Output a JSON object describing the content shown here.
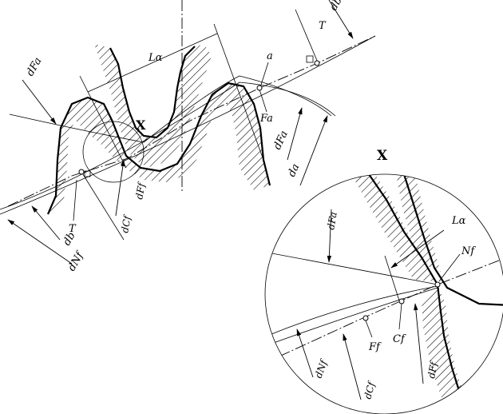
{
  "diagram": {
    "detail_marker": "X",
    "left_view": {
      "labels": {
        "d_Fa_top": "dFa",
        "L_alpha": "Lα",
        "a": "a",
        "T_top": "T",
        "d_b_top": "db",
        "Fa": "Fa",
        "d_Fa_right": "dFa",
        "d_a": "da",
        "X": "X",
        "d_Ff": "dFf",
        "d_Cf": "dCf",
        "T_bottom": "T",
        "d_b_bottom": "db",
        "d_Nf": "dNf"
      }
    },
    "detail_view": {
      "title": "X",
      "labels": {
        "d_Fa": "dFa",
        "L_alpha": "Lα",
        "Nf": "Nf",
        "Cf": "Cf",
        "Ff": "Ff",
        "d_Nf": "dNf",
        "d_Cf": "dCf",
        "d_Ff": "dFf"
      }
    }
  }
}
